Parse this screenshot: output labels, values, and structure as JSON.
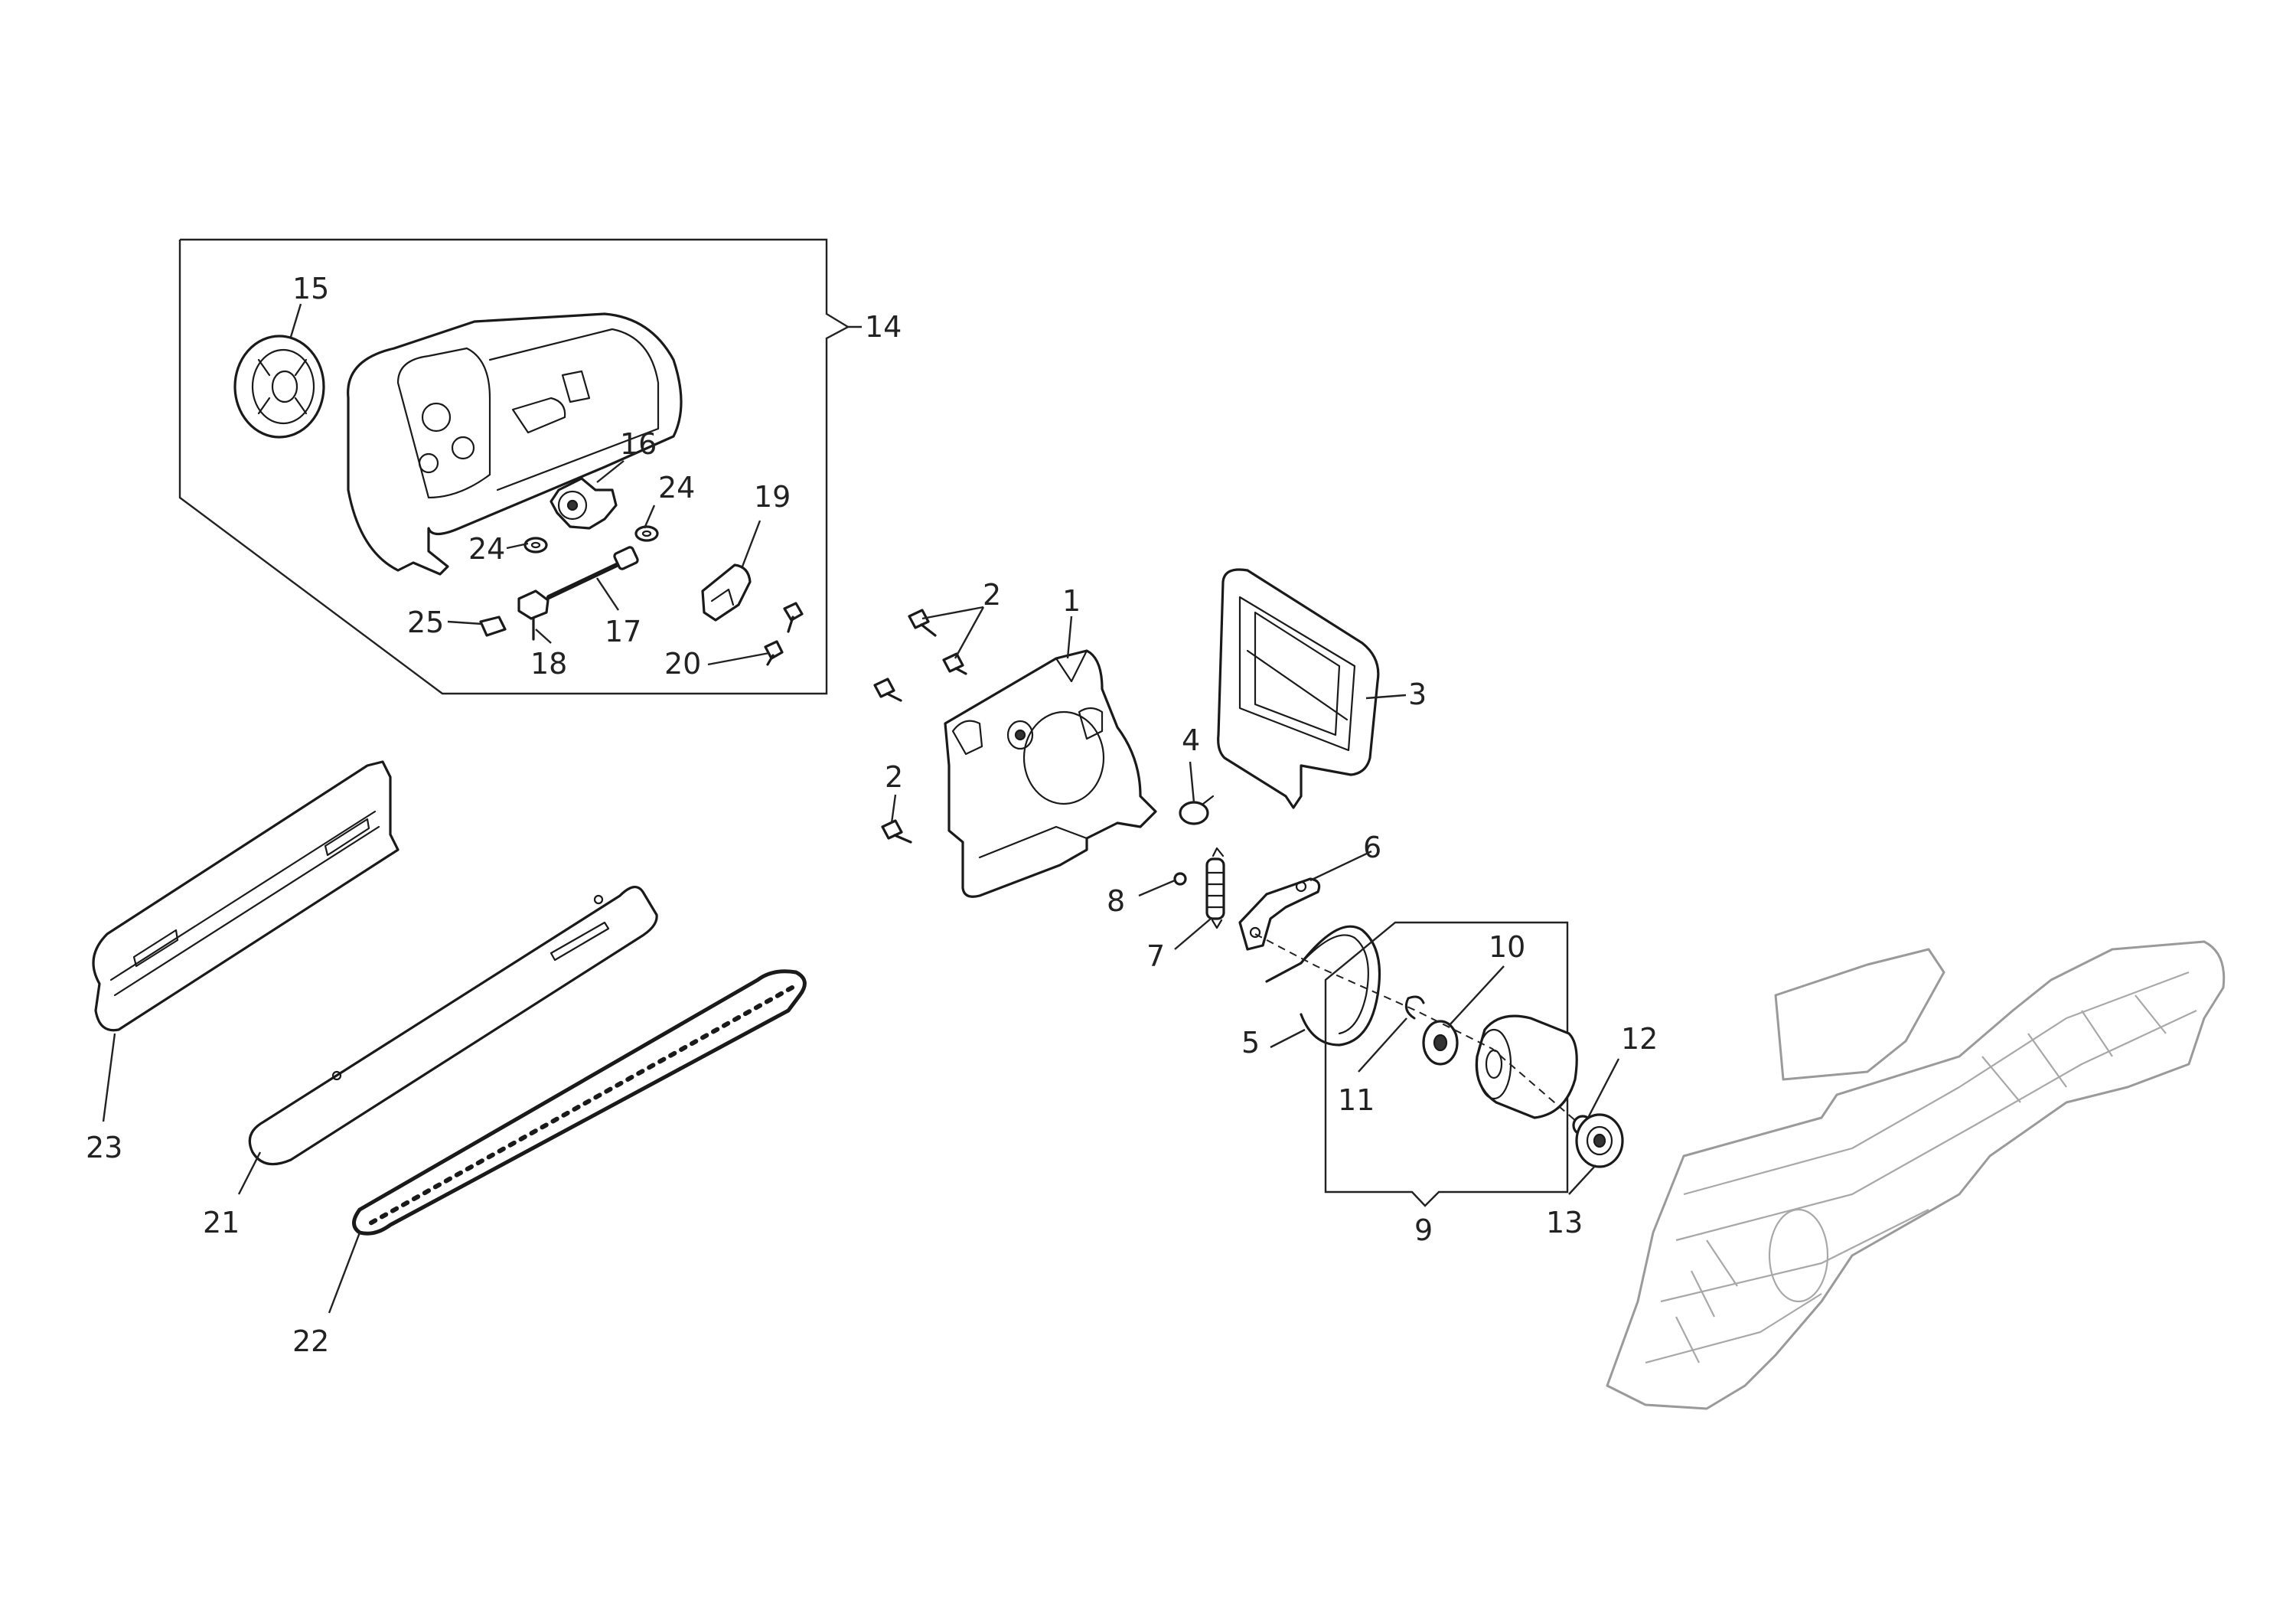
{
  "callouts": {
    "c1": "1",
    "c2a": "2",
    "c2b": "2",
    "c3": "3",
    "c4": "4",
    "c5": "5",
    "c6": "6",
    "c7": "7",
    "c8": "8",
    "c9": "9",
    "c10": "10",
    "c11": "11",
    "c12": "12",
    "c13": "13",
    "c14": "14",
    "c15": "15",
    "c16": "16",
    "c17": "17",
    "c18": "18",
    "c19": "19",
    "c20": "20",
    "c21": "21",
    "c22": "22",
    "c23": "23",
    "c24a": "24",
    "c24b": "24",
    "c25": "25"
  }
}
